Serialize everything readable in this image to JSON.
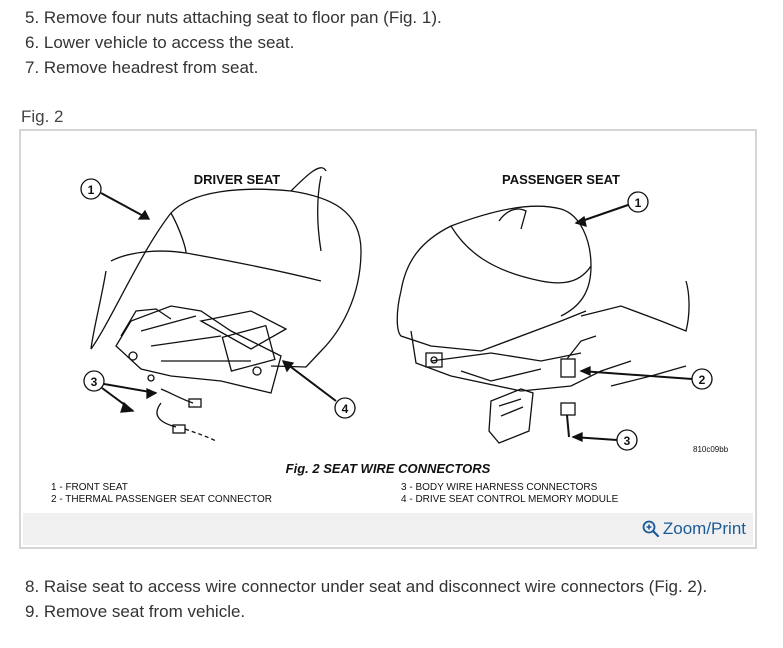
{
  "steps_top": [
    "5. Remove four nuts attaching seat to floor pan (Fig. 1).",
    "6. Lower vehicle to access the seat.",
    "7. Remove headrest from seat."
  ],
  "figure": {
    "label": "Fig. 2",
    "driver_title": "DRIVER SEAT",
    "passenger_title": "PASSENGER SEAT",
    "callouts": [
      "1",
      "4",
      "3",
      "1",
      "2",
      "3"
    ],
    "code": "810c09bb",
    "caption": "Fig. 2 SEAT WIRE CONNECTORS",
    "legend_left": [
      "1 - FRONT SEAT",
      "2 - THERMAL PASSENGER SEAT CONNECTOR"
    ],
    "legend_right": [
      "3 - BODY WIRE HARNESS CONNECTORS",
      "4 - DRIVE SEAT CONTROL MEMORY MODULE"
    ],
    "zoom_label": "Zoom/Print",
    "zoom_icon": "magnifier-plus-icon"
  },
  "steps_bottom": [
    "8. Raise seat to access wire connector under seat and disconnect wire connectors (Fig. 2).",
    "9. Remove seat from vehicle."
  ]
}
